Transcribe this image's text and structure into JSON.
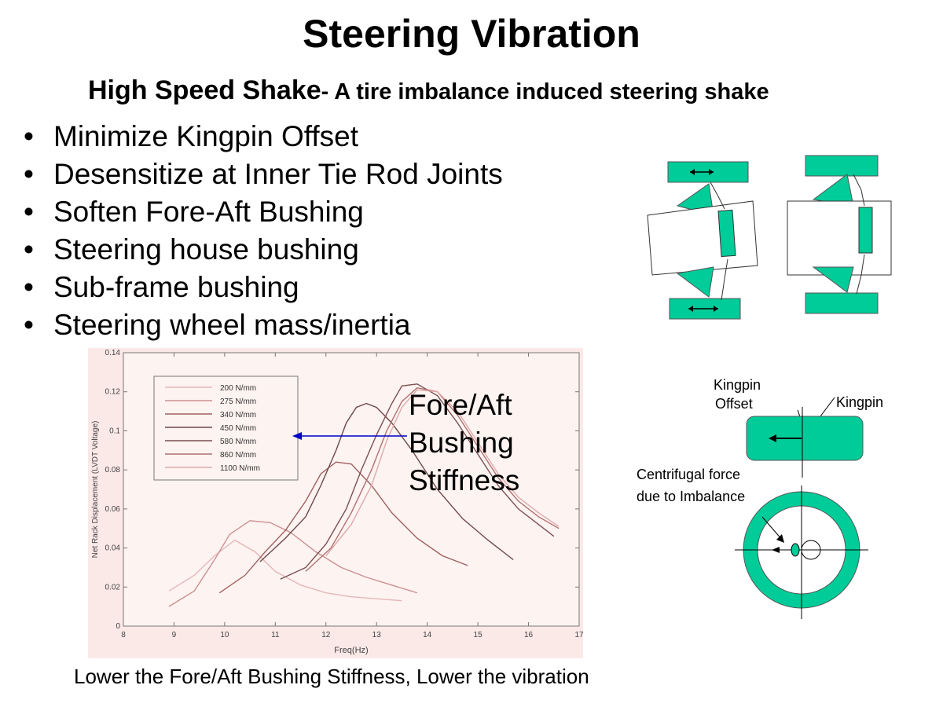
{
  "title": "Steering Vibration",
  "subtitle": {
    "main": "High Speed Shake",
    "rest": "- A tire imbalance induced steering shake"
  },
  "bullets": [
    "Minimize Kingpin Offset",
    "Desensitize at Inner Tie Rod Joints",
    "Soften Fore-Aft Bushing",
    "Steering house bushing",
    "Sub-frame bushing",
    "Steering wheel mass/inertia"
  ],
  "bullet_symbol": "•",
  "annotation": [
    "Fore/Aft",
    "Bushing",
    "Stiffness"
  ],
  "caption": "Lower the Fore/Aft Bushing Stiffness, Lower the vibration",
  "diagram_labels": {
    "kingpin_offset": [
      "Kingpin",
      "Offset"
    ],
    "kingpin": "Kingpin",
    "centrifugal": [
      "Centrifugal force",
      "due to Imbalance"
    ]
  },
  "colors": {
    "accent": "#00cc99",
    "arrow": "#0000cc",
    "chart_bg": "#fbe9e7"
  },
  "chart_data": {
    "type": "line",
    "xlabel": "Freq(Hz)",
    "ylabel": "Net Rack Displacement (LVDT Voltage)",
    "xlim": [
      8,
      17
    ],
    "ylim": [
      0,
      0.14
    ],
    "xticks": [
      "8",
      "9",
      "10",
      "11",
      "12",
      "13",
      "14",
      "15",
      "16",
      "17"
    ],
    "yticks": [
      "0",
      "0.02",
      "0.04",
      "0.06",
      "0.08",
      "0.1",
      "0.12",
      "0.14"
    ],
    "legend_position": "top-left",
    "grid": false,
    "series": [
      {
        "name": "200 N/mm",
        "color": "#e6b8b8",
        "x": [
          8.9,
          9.4,
          9.8,
          10.2,
          10.6,
          11,
          11.5,
          12,
          12.5,
          13,
          13.5
        ],
        "y": [
          0.018,
          0.026,
          0.036,
          0.044,
          0.038,
          0.028,
          0.021,
          0.017,
          0.015,
          0.014,
          0.013
        ]
      },
      {
        "name": "275 N/mm",
        "color": "#cc9090",
        "x": [
          8.9,
          9.4,
          9.8,
          10.1,
          10.5,
          10.9,
          11.3,
          11.8,
          12.3,
          12.8,
          13.3,
          13.8
        ],
        "y": [
          0.01,
          0.018,
          0.034,
          0.047,
          0.054,
          0.053,
          0.048,
          0.038,
          0.03,
          0.025,
          0.021,
          0.017
        ]
      },
      {
        "name": "340 N/mm",
        "color": "#a06060",
        "x": [
          9.9,
          10.4,
          10.8,
          11.2,
          11.6,
          11.9,
          12.2,
          12.5,
          12.9,
          13.3,
          13.8,
          14.3,
          14.8
        ],
        "y": [
          0.017,
          0.026,
          0.038,
          0.049,
          0.064,
          0.078,
          0.084,
          0.083,
          0.072,
          0.058,
          0.045,
          0.036,
          0.031
        ]
      },
      {
        "name": "450 N/mm",
        "color": "#6e4848",
        "x": [
          10.7,
          11.2,
          11.6,
          11.9,
          12.2,
          12.4,
          12.6,
          12.8,
          13.0,
          13.3,
          13.7,
          14.2,
          14.7,
          15.2,
          15.7
        ],
        "y": [
          0.033,
          0.045,
          0.056,
          0.072,
          0.09,
          0.104,
          0.112,
          0.114,
          0.112,
          0.104,
          0.09,
          0.07,
          0.055,
          0.044,
          0.034
        ]
      },
      {
        "name": "580 N/mm",
        "color": "#7a5050",
        "x": [
          11.1,
          11.6,
          12.0,
          12.4,
          12.7,
          13.0,
          13.3,
          13.5,
          13.8,
          14.2,
          14.6,
          15.0,
          15.4,
          15.8,
          16.2,
          16.5
        ],
        "y": [
          0.024,
          0.03,
          0.042,
          0.06,
          0.08,
          0.098,
          0.114,
          0.123,
          0.124,
          0.118,
          0.104,
          0.088,
          0.072,
          0.06,
          0.052,
          0.046
        ]
      },
      {
        "name": "860 N/mm",
        "color": "#b07070",
        "x": [
          11.6,
          12.1,
          12.5,
          12.9,
          13.2,
          13.5,
          13.8,
          14.2,
          14.6,
          15.0,
          15.4,
          15.8,
          16.2,
          16.6
        ],
        "y": [
          0.028,
          0.04,
          0.058,
          0.08,
          0.1,
          0.115,
          0.122,
          0.12,
          0.108,
          0.092,
          0.076,
          0.064,
          0.056,
          0.05
        ]
      },
      {
        "name": "1100 N/mm",
        "color": "#ddaaaa",
        "x": [
          12.0,
          12.5,
          12.9,
          13.2,
          13.5,
          13.8,
          14.2,
          14.6,
          15.0,
          15.4,
          15.8,
          16.2,
          16.6
        ],
        "y": [
          0.036,
          0.052,
          0.072,
          0.095,
          0.112,
          0.121,
          0.12,
          0.11,
          0.094,
          0.078,
          0.066,
          0.058,
          0.051
        ]
      }
    ]
  }
}
